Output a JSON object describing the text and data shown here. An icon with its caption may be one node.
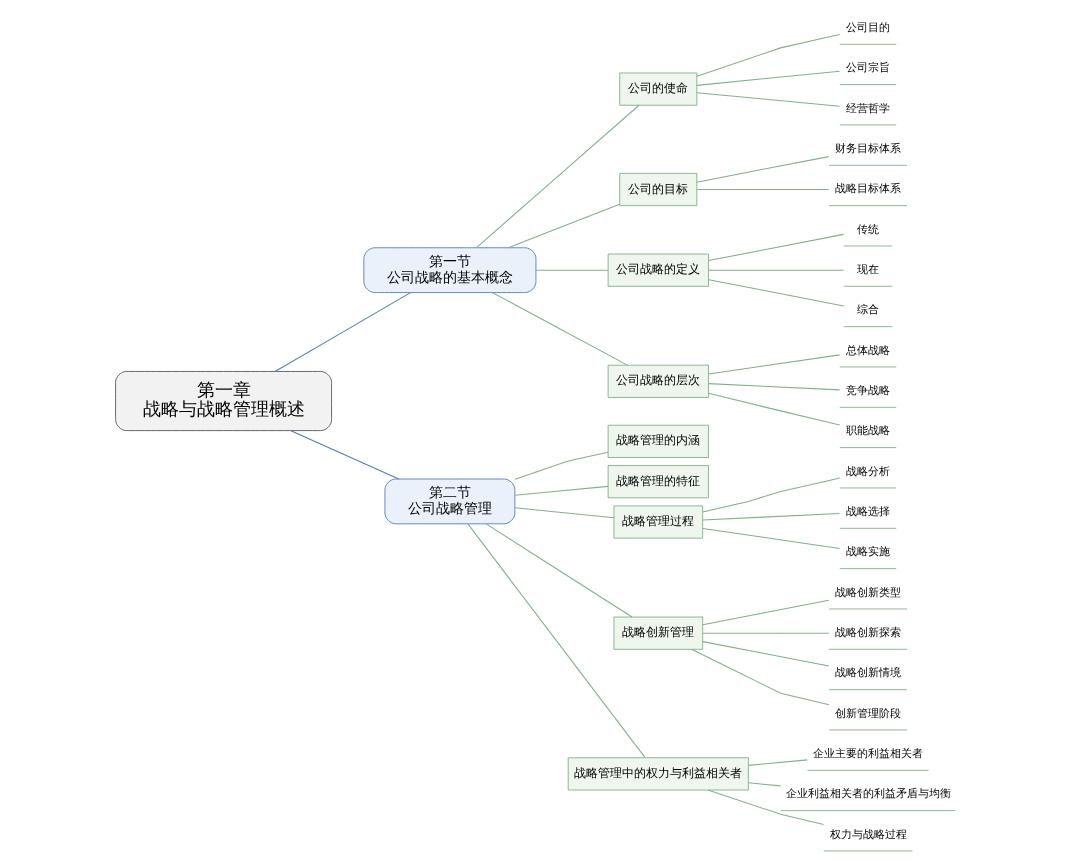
{
  "diagram": {
    "nodes": [
      {
        "text": [
          "第一章",
          "战略与战略管理概述"
        ]
      },
      {
        "text": [
          "第一节",
          "公司战略的基本概念"
        ]
      },
      {
        "text": [
          "公司的使命"
        ]
      },
      {
        "text": [
          "公司目的"
        ]
      },
      {
        "text": [
          "公司宗旨"
        ]
      },
      {
        "text": [
          "经营哲学"
        ]
      },
      {
        "text": [
          "公司的目标"
        ]
      },
      {
        "text": [
          "财务目标体系"
        ]
      },
      {
        "text": [
          "战略目标体系"
        ]
      },
      {
        "text": [
          "公司战略的定义"
        ]
      },
      {
        "text": [
          "传统"
        ]
      },
      {
        "text": [
          "现在"
        ]
      },
      {
        "text": [
          "综合"
        ]
      },
      {
        "text": [
          "公司战略的层次"
        ]
      },
      {
        "text": [
          "总体战略"
        ]
      },
      {
        "text": [
          "竞争战略"
        ]
      },
      {
        "text": [
          "职能战略"
        ]
      },
      {
        "text": [
          "第二节",
          "公司战略管理"
        ]
      },
      {
        "text": [
          "战略管理的内涵"
        ]
      },
      {
        "text": [
          "战略管理的特征"
        ]
      },
      {
        "text": [
          "战略管理过程"
        ]
      },
      {
        "text": [
          "战略分析"
        ]
      },
      {
        "text": [
          "战略选择"
        ]
      },
      {
        "text": [
          "战略实施"
        ]
      },
      {
        "text": [
          "战略创新管理"
        ]
      },
      {
        "text": [
          "战略创新类型"
        ]
      },
      {
        "text": [
          "战略创新探索"
        ]
      },
      {
        "text": [
          "战略创新情境"
        ]
      },
      {
        "text": [
          "创新管理阶段"
        ]
      },
      {
        "text": [
          "战略管理中的权力与利益相关者"
        ]
      },
      {
        "text": [
          "企业主要的利益相关者"
        ]
      },
      {
        "text": [
          "企业利益相关者的利益矛盾与均衡"
        ]
      },
      {
        "text": [
          "权力与战略过程"
        ]
      }
    ],
    "edges": [
      {
        "from": 0,
        "to": 1,
        "arrow": "none",
        "color": "#4f7db3"
      },
      {
        "from": 1,
        "to": 2,
        "arrow": "none"
      },
      {
        "from": 2,
        "to": 3,
        "arrow": "none"
      },
      {
        "from": 2,
        "to": 4,
        "arrow": "none"
      },
      {
        "from": 2,
        "to": 5,
        "arrow": "none"
      },
      {
        "from": 1,
        "to": 6,
        "arrow": "none"
      },
      {
        "from": 6,
        "to": 7,
        "arrow": "none"
      },
      {
        "from": 6,
        "to": 8,
        "arrow": "none"
      },
      {
        "from": 1,
        "to": 9,
        "arrow": "none"
      },
      {
        "from": 9,
        "to": 10,
        "arrow": "none"
      },
      {
        "from": 9,
        "to": 11,
        "arrow": "none"
      },
      {
        "from": 9,
        "to": 12,
        "arrow": "none"
      },
      {
        "from": 1,
        "to": 13,
        "arrow": "none"
      },
      {
        "from": 13,
        "to": 14,
        "arrow": "none"
      },
      {
        "from": 13,
        "to": 15,
        "arrow": "none"
      },
      {
        "from": 13,
        "to": 16,
        "arrow": "none"
      },
      {
        "from": 0,
        "to": 17,
        "arrow": "none",
        "color": "#4f7db3"
      },
      {
        "from": 17,
        "to": 18,
        "arrow": "none"
      },
      {
        "from": 17,
        "to": 19,
        "arrow": "none"
      },
      {
        "from": 17,
        "to": 20,
        "arrow": "none"
      },
      {
        "from": 20,
        "to": 21,
        "arrow": "none"
      },
      {
        "from": 20,
        "to": 22,
        "arrow": "none"
      },
      {
        "from": 20,
        "to": 23,
        "arrow": "none"
      },
      {
        "from": 17,
        "to": 24,
        "arrow": "none"
      },
      {
        "from": 24,
        "to": 25,
        "arrow": "none"
      },
      {
        "from": 24,
        "to": 26,
        "arrow": "none"
      },
      {
        "from": 24,
        "to": 27,
        "arrow": "none"
      },
      {
        "from": 24,
        "to": 28,
        "arrow": "none"
      },
      {
        "from": 17,
        "to": 29,
        "arrow": "none"
      },
      {
        "from": 29,
        "to": 30,
        "arrow": "none"
      },
      {
        "from": 29,
        "to": 31,
        "arrow": "none"
      },
      {
        "from": 29,
        "to": 32,
        "arrow": "none"
      }
    ]
  }
}
